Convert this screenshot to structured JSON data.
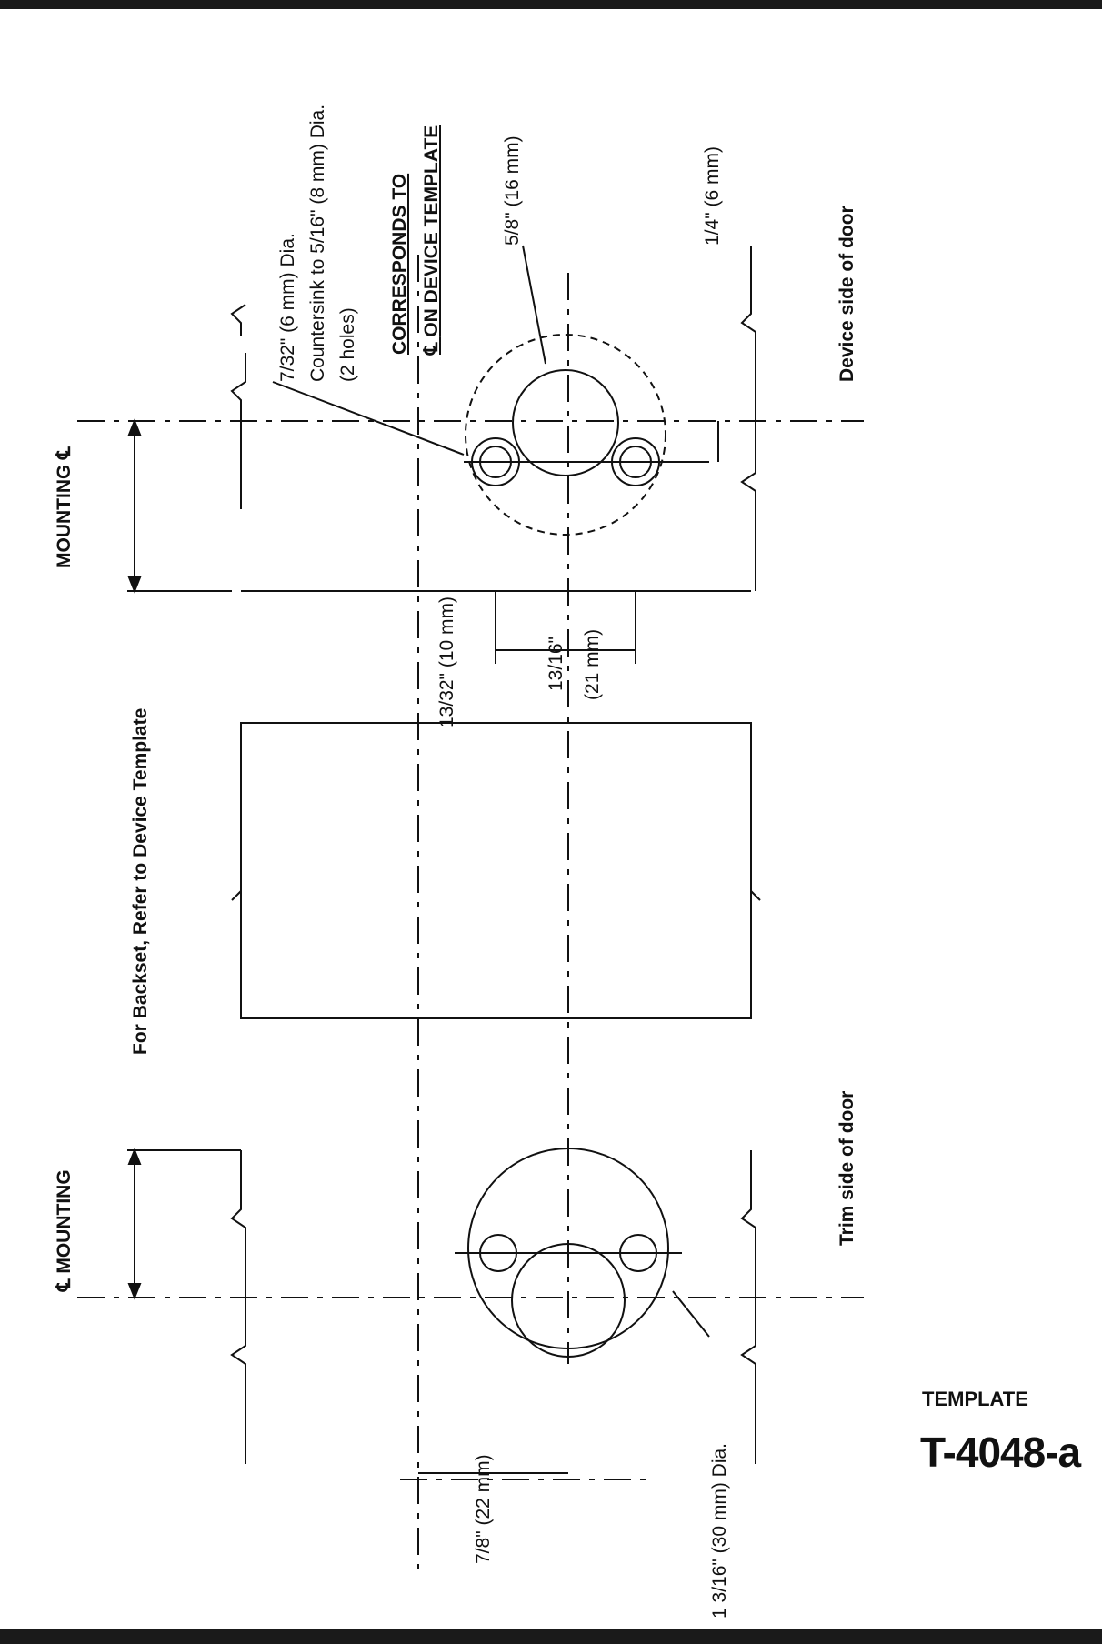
{
  "labels": {
    "mounting_top": "MOUNTING",
    "mounting_bottom": "MOUNTING",
    "backset_note": "For Backset, Refer to Device Template",
    "hole_spec_line1": "7/32\" (6 mm) Dia.",
    "hole_spec_line2": "Countersink to 5/16\" (8 mm) Dia.",
    "hole_spec_line3": "(2 holes)",
    "corresponds_line1": "CORRESPONDS TO",
    "corresponds_line2": "ON DEVICE TEMPLATE",
    "dim_5_8": "5/8\" (16 mm)",
    "dim_1_4": "1/4\" (6 mm)",
    "dim_13_32": "13/32\" (10 mm)",
    "dim_13_16_top": "13/16\"",
    "dim_13_16_bottom": "(21 mm)",
    "device_side": "Device side of door",
    "trim_side": "Trim side of door",
    "dim_7_8": "7/8\" (22 mm)",
    "dim_1_3_16": "1 3/16\" (30 mm) Dia.",
    "template_word": "TEMPLATE",
    "template_code": "T-4048-a"
  },
  "symbols": {
    "centerline": "℄"
  }
}
